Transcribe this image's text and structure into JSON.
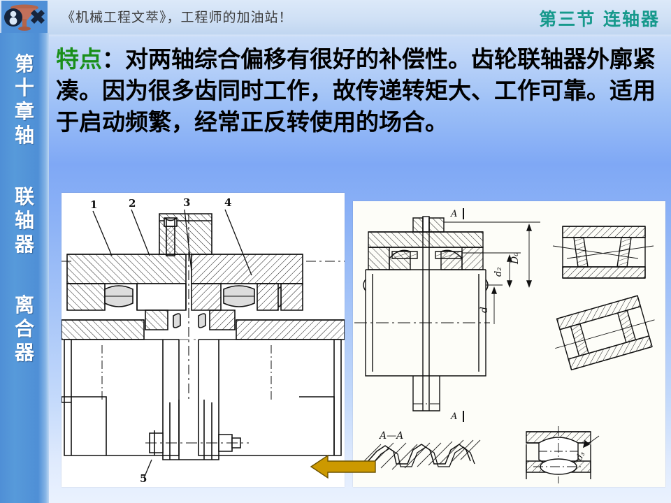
{
  "header": {
    "logo_icon": "mechanical-gear-logo-icon",
    "publication_title": "《机械工程文萃》，工程师的加油站！",
    "section_title": "第三节 连轴器",
    "section_title_color": "#16998c"
  },
  "sidebar": {
    "background_color": "#4f8fd6",
    "blocks": [
      {
        "id": "chapter",
        "text": "第十章轴",
        "chars": [
          "第",
          "十",
          "章",
          "轴"
        ]
      },
      {
        "id": "coupling",
        "text": "联轴器",
        "chars": [
          "联",
          "轴",
          "器"
        ]
      },
      {
        "id": "clutch",
        "text": "离合器",
        "chars": [
          "离",
          "合",
          "器"
        ]
      }
    ]
  },
  "main": {
    "keyword": "特点",
    "keyword_color": "#1a8f1a",
    "body": "：对两轴综合偏移有很好的补偿性。齿轮联轴器外廓紧凑。因为很多齿同时工作，故传递转矩大、工作可靠。适用于启动频繁，经常正反转使用的场合。",
    "full_text": "特点：对两轴综合偏移有很好的补偿性。齿轮联轴器外廓紧凑。因为很多齿同时工作，故传递转矩大、工作可靠。适用于启动频繁，经常正反转使用的场合。"
  },
  "figures": {
    "left": {
      "name": "gear-coupling-cross-section-diagram",
      "callouts": [
        "1",
        "2",
        "3",
        "4",
        "5"
      ]
    },
    "right": {
      "name": "gear-coupling-assembly-and-tooth-profile-diagram",
      "dimension_labels": [
        "A",
        "D₀",
        "d₂",
        "d",
        "A",
        "A—A",
        "d₃"
      ],
      "section_label": "A—A"
    }
  },
  "arrow": {
    "name": "left-pointing-arrow",
    "direction": "left",
    "fill_color": "#cc9900",
    "stroke_color": "#6b5200"
  }
}
